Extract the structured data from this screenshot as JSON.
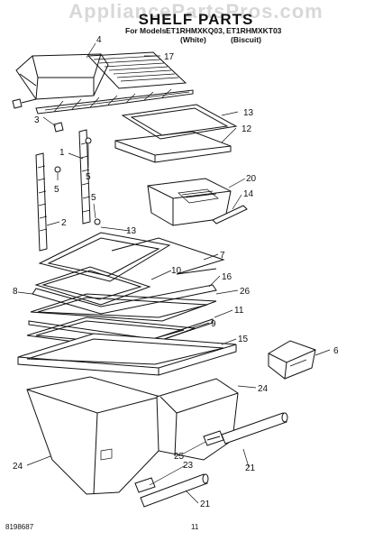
{
  "header": {
    "watermark": "AppliancePartsPros.com",
    "title": "SHELF PARTS",
    "models_label": "For Models:",
    "model_a": "ET1RHMXKQ03,",
    "model_b": "ET1RHMXKT03",
    "variant_a": "(White)",
    "variant_b": "(Biscuit)"
  },
  "callouts": {
    "c4": "4",
    "c17": "17",
    "c3": "3",
    "c13a": "13",
    "c12": "12",
    "c1": "1",
    "c5a": "5",
    "c5b": "5",
    "c20": "20",
    "c14": "14",
    "c5c": "5",
    "c2": "2",
    "c13b": "13",
    "c7": "7",
    "c10": "10",
    "c16": "16",
    "c8": "8",
    "c26": "26",
    "c11": "11",
    "c9": "9",
    "c15": "15",
    "c6": "6",
    "c24a": "24",
    "c24b": "24",
    "c25": "25",
    "c23": "23",
    "c21a": "21",
    "c21b": "21"
  },
  "footer": {
    "doc_number": "8198687",
    "page_number": "11"
  }
}
